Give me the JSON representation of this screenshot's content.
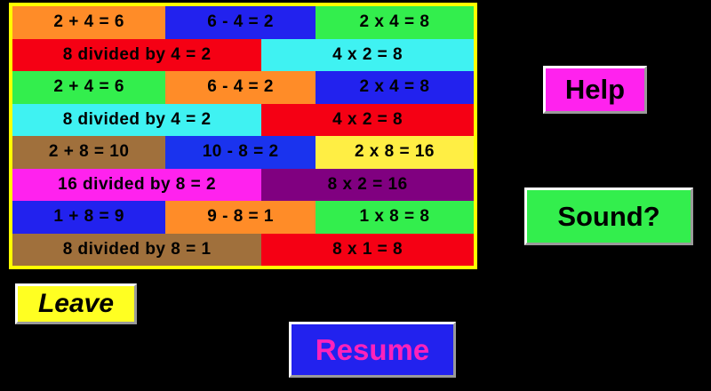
{
  "background_color": "#000000",
  "table": {
    "border_color": "#ffff00",
    "rows": [
      {
        "type": "triple",
        "cells": [
          {
            "text": "2 + 4 = 6",
            "bg": "#ff8c28"
          },
          {
            "text": "6 - 4 = 2",
            "bg": "#2222ee"
          },
          {
            "text": "2 x 4 = 8",
            "bg": "#33ee4d"
          }
        ]
      },
      {
        "type": "double",
        "cells": [
          {
            "text": "8 divided by 4 = 2",
            "bg": "#f50014"
          },
          {
            "text": "4 x 2 = 8",
            "bg": "#3ff2f2"
          }
        ]
      },
      {
        "type": "triple",
        "cells": [
          {
            "text": "2 + 4 = 6",
            "bg": "#33ee4d"
          },
          {
            "text": "6 - 4 = 2",
            "bg": "#ff8c28"
          },
          {
            "text": "2 x 4 = 8",
            "bg": "#2222ee"
          }
        ]
      },
      {
        "type": "double",
        "cells": [
          {
            "text": "8 divided by 4 = 2",
            "bg": "#3ff2f2"
          },
          {
            "text": "4 x 2 = 8",
            "bg": "#f50014"
          }
        ]
      },
      {
        "type": "triple",
        "cells": [
          {
            "text": "2 + 8 = 10",
            "bg": "#a0703c"
          },
          {
            "text": "10 - 8 = 2",
            "bg": "#1a33ee"
          },
          {
            "text": "2 x 8 = 16",
            "bg": "#ffee44"
          }
        ]
      },
      {
        "type": "double",
        "cells": [
          {
            "text": "16 divided by 8 = 2",
            "bg": "#ff22ee"
          },
          {
            "text": "8 x 2 = 16",
            "bg": "#800080"
          }
        ]
      },
      {
        "type": "triple",
        "cells": [
          {
            "text": "1 + 8 = 9",
            "bg": "#2222ee"
          },
          {
            "text": "9 - 8 = 1",
            "bg": "#ff8c28"
          },
          {
            "text": "1 x 8 = 8",
            "bg": "#33ee4d"
          }
        ]
      },
      {
        "type": "double",
        "cells": [
          {
            "text": "8 divided by 8 = 1",
            "bg": "#a0703c"
          },
          {
            "text": "8 x 1 = 8",
            "bg": "#f50014"
          }
        ]
      }
    ]
  },
  "buttons": {
    "help": {
      "label": "Help",
      "bg": "#ff22ee",
      "text_color": "#000000"
    },
    "sound": {
      "label": "Sound?",
      "bg": "#33ee4d",
      "text_color": "#000000"
    },
    "leave": {
      "label": "Leave",
      "bg": "#ffff22",
      "text_color": "#000000"
    },
    "resume": {
      "label": "Resume",
      "bg": "#2222ee",
      "text_color": "#ff22bb"
    }
  }
}
